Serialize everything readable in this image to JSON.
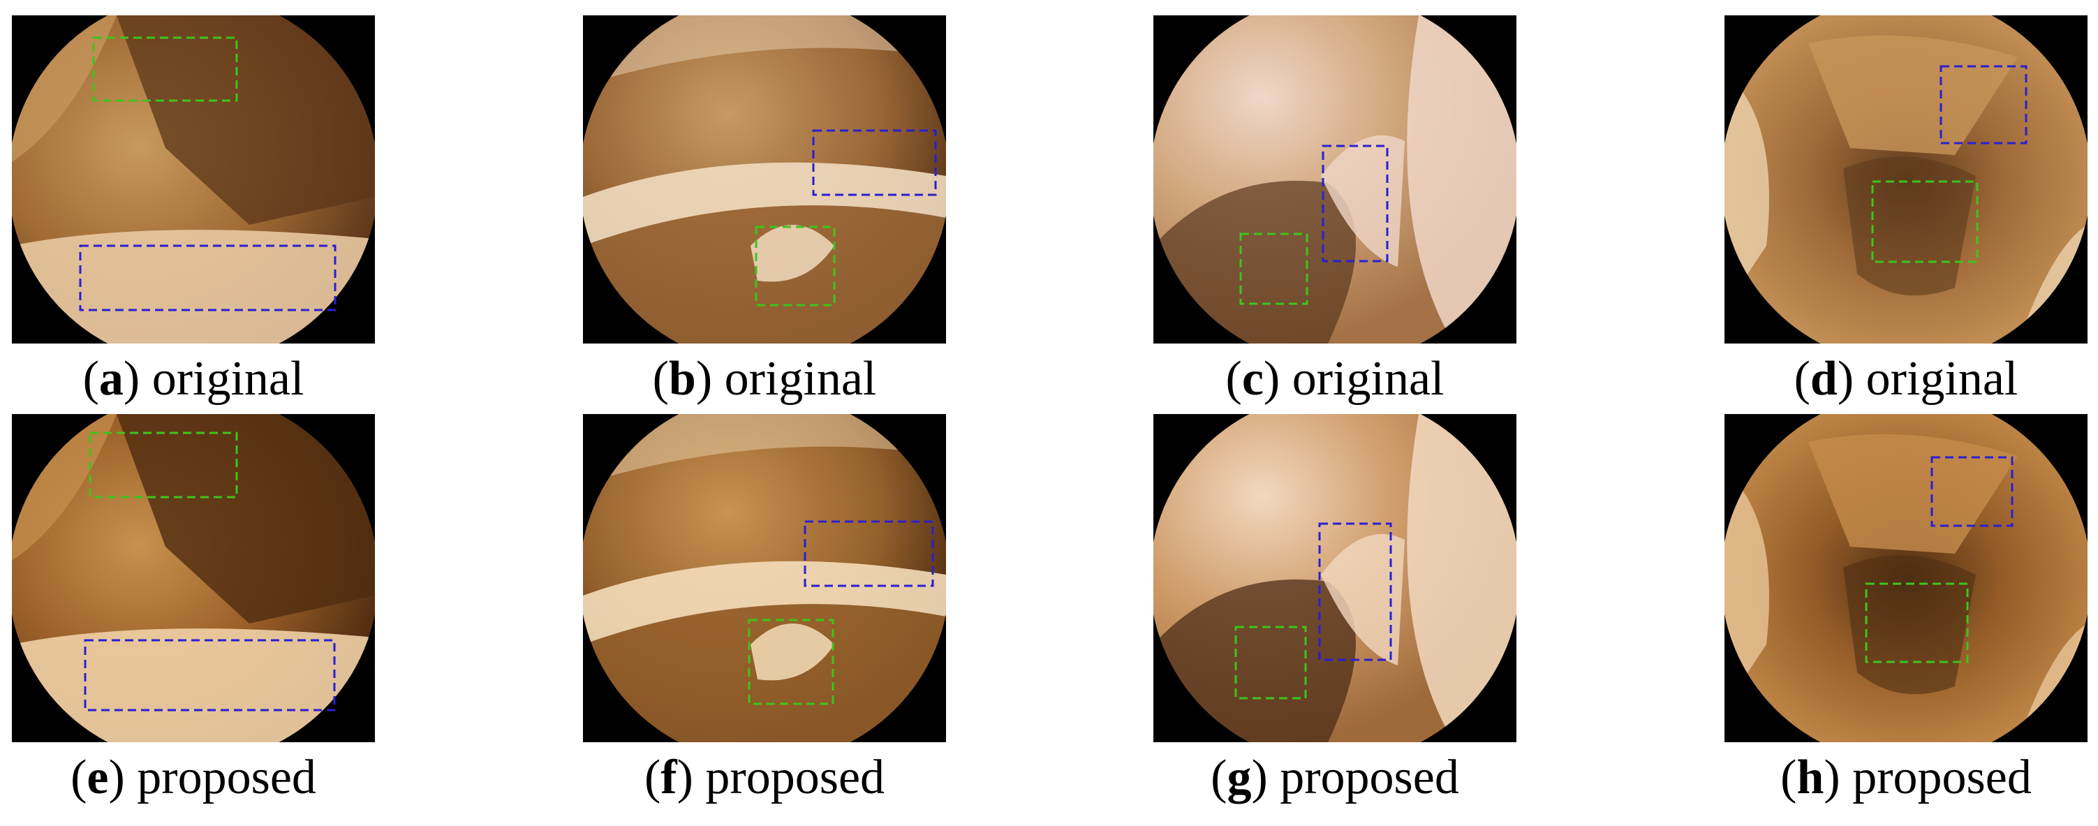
{
  "figure": {
    "panels": [
      {
        "letter": "a",
        "caption": "original",
        "palette": [
          "#c89a5e",
          "#a06a34",
          "#5c361a",
          "#e8c9a2"
        ],
        "boxes": [
          {
            "color": "green"
          },
          {
            "color": "blue"
          }
        ]
      },
      {
        "letter": "b",
        "caption": "original",
        "palette": [
          "#c69a62",
          "#9a6636",
          "#4e2e14",
          "#f1dcc0"
        ],
        "boxes": [
          {
            "color": "blue"
          },
          {
            "color": "green"
          }
        ]
      },
      {
        "letter": "c",
        "caption": "original",
        "palette": [
          "#d0a57a",
          "#a47246",
          "#5a3720",
          "#f0d7c8"
        ],
        "boxes": [
          {
            "color": "blue"
          },
          {
            "color": "green"
          }
        ]
      },
      {
        "letter": "d",
        "caption": "original",
        "palette": [
          "#c8955a",
          "#9f6a38",
          "#5e3a1c",
          "#e9cca6"
        ],
        "boxes": [
          {
            "color": "blue"
          },
          {
            "color": "green"
          }
        ]
      },
      {
        "letter": "e",
        "caption": "proposed",
        "palette": [
          "#c8914e",
          "#9a5f28",
          "#4f2c10",
          "#efd0a6"
        ],
        "boxes": [
          {
            "color": "green"
          },
          {
            "color": "blue"
          }
        ]
      },
      {
        "letter": "f",
        "caption": "proposed",
        "palette": [
          "#c79352",
          "#95602c",
          "#43260e",
          "#f4ddba"
        ],
        "boxes": [
          {
            "color": "blue"
          },
          {
            "color": "green"
          }
        ]
      },
      {
        "letter": "g",
        "caption": "proposed",
        "palette": [
          "#cf9c6a",
          "#9f6a3a",
          "#4e2e18",
          "#f2d8c0"
        ],
        "boxes": [
          {
            "color": "blue"
          },
          {
            "color": "green"
          }
        ]
      },
      {
        "letter": "h",
        "caption": "proposed",
        "palette": [
          "#c58c4c",
          "#955d28",
          "#4e2e12",
          "#e6c193"
        ],
        "boxes": [
          {
            "color": "blue"
          },
          {
            "color": "green"
          }
        ]
      }
    ],
    "box_colors": {
      "green": "#3ec41c",
      "blue": "#2a1fd0"
    }
  }
}
